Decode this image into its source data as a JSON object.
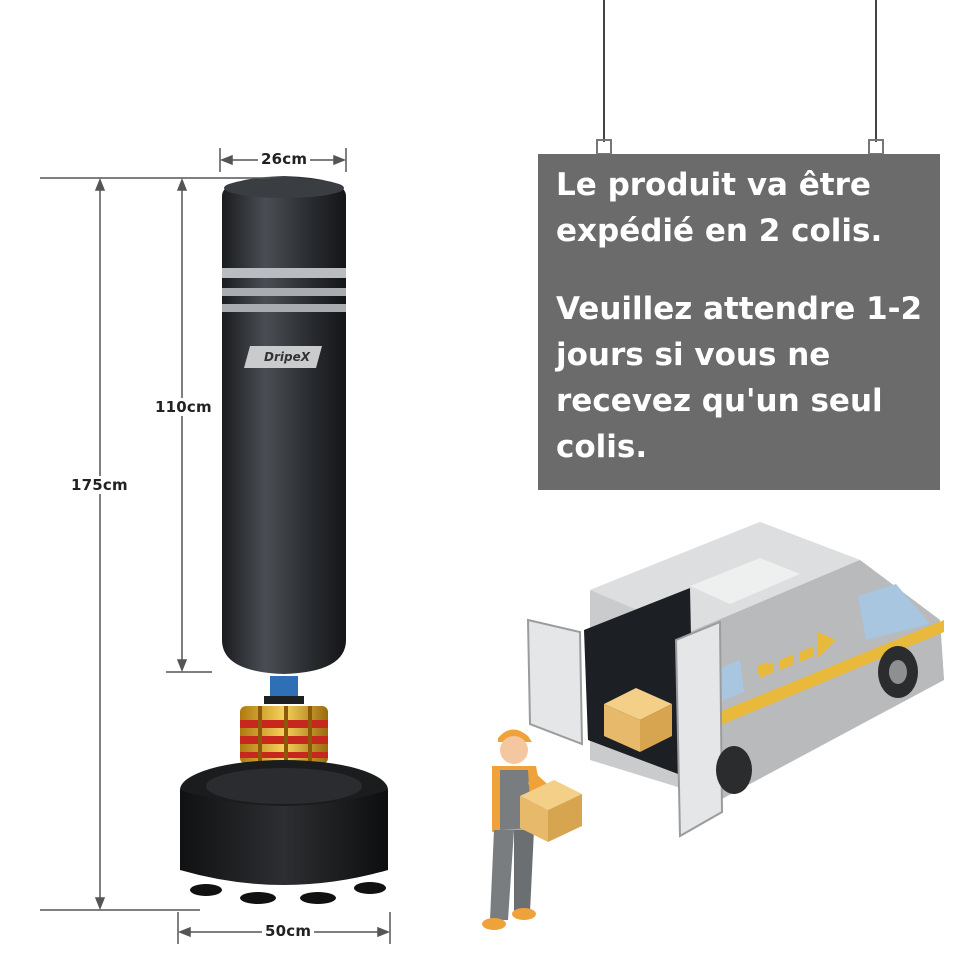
{
  "dimensions": {
    "width_top": "26cm",
    "height_bag": "110cm",
    "height_total": "175cm",
    "width_base": "50cm"
  },
  "brand": "DripeX",
  "notice": {
    "line1": "Le produit va être expédié en 2 colis.",
    "line2": "Veuillez attendre 1-2 jours si vous ne recevez qu'un seul colis."
  },
  "colors": {
    "notice_bg": "#6b6b6b",
    "bag": "#2c2f33",
    "van_body": "#c9cbcc",
    "van_stripe": "#e8b93a",
    "box": "#e7b96a",
    "worker": "#f0a23a"
  },
  "icons": [
    "punching-bag-illustration",
    "delivery-van-illustration",
    "delivery-worker-illustration",
    "parcel-icon"
  ]
}
